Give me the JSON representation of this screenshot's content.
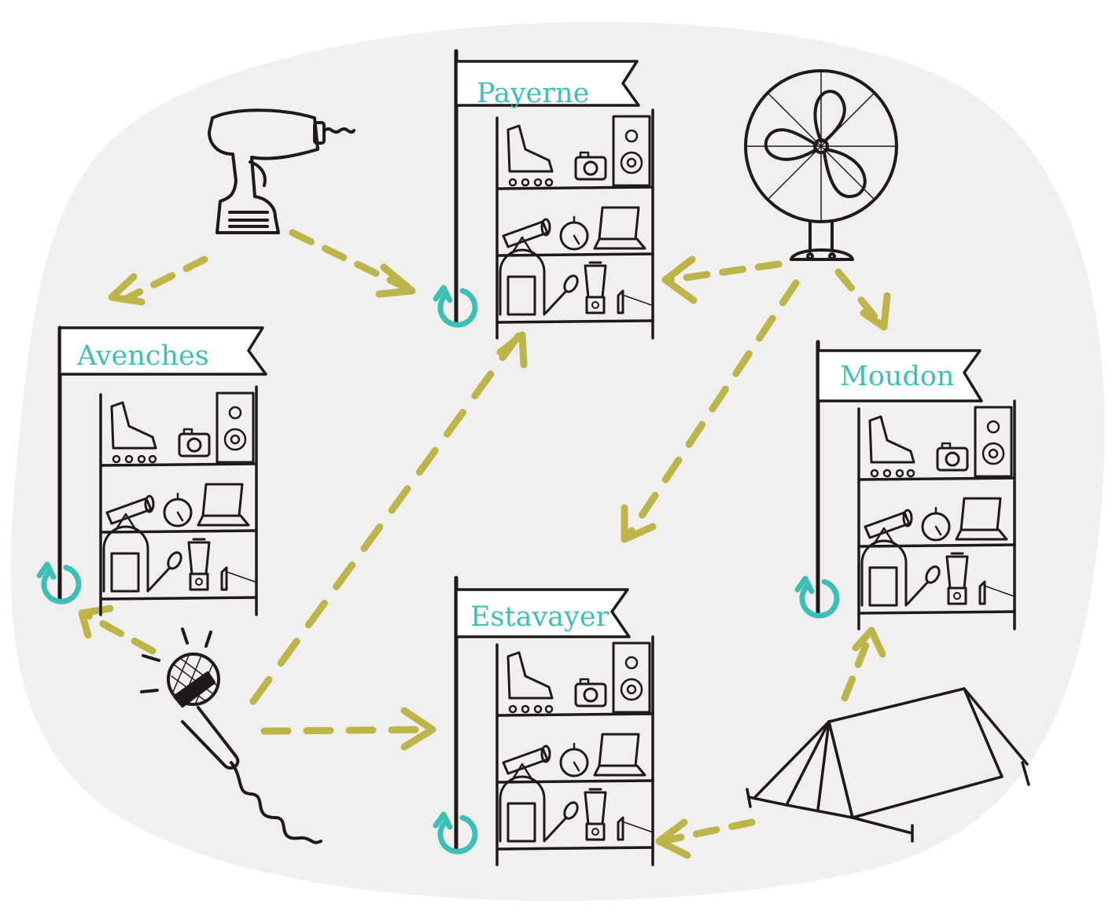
{
  "colors": {
    "ink": "#1e1a1a",
    "accent": "#3cbfb7",
    "arrow": "#bdb54a",
    "blob": "#f1f0ef",
    "paper": "#ffffff"
  },
  "stations": [
    {
      "id": "payerne",
      "label": "Payerne"
    },
    {
      "id": "avenches",
      "label": "Avenches"
    },
    {
      "id": "moudon",
      "label": "Moudon"
    },
    {
      "id": "estavayer",
      "label": "Estavayer"
    }
  ],
  "items": [
    {
      "id": "drill",
      "icon": "drill-icon"
    },
    {
      "id": "fan",
      "icon": "fan-icon"
    },
    {
      "id": "microphone",
      "icon": "microphone-icon"
    },
    {
      "id": "tent",
      "icon": "tent-icon"
    }
  ],
  "flows": [
    {
      "from": "drill",
      "to": "avenches"
    },
    {
      "from": "drill",
      "to": "payerne"
    },
    {
      "from": "fan",
      "to": "payerne"
    },
    {
      "from": "fan",
      "to": "moudon"
    },
    {
      "from": "fan",
      "to": "estavayer"
    },
    {
      "from": "microphone",
      "to": "avenches"
    },
    {
      "from": "microphone",
      "to": "payerne"
    },
    {
      "from": "microphone",
      "to": "estavayer"
    },
    {
      "from": "tent",
      "to": "moudon"
    },
    {
      "from": "tent",
      "to": "estavayer"
    }
  ]
}
